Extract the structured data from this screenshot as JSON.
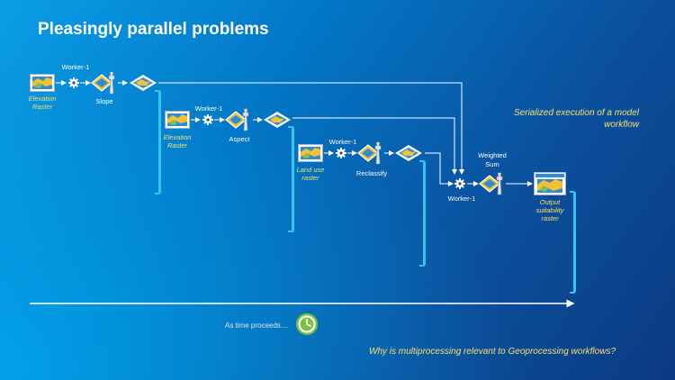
{
  "title": "Pleasingly parallel problems",
  "rows": [
    {
      "worker": "Worker-1",
      "input": "Elevation\nRaster",
      "tool": "Slope"
    },
    {
      "worker": "Worker-1",
      "input": "Elevation\nRaster",
      "tool": "Aspect"
    },
    {
      "worker": "Worker-1",
      "input": "Land use\nraster",
      "tool": "Reclassify"
    }
  ],
  "final": {
    "worker": "Worker-1",
    "tool": "Weighted\nSum",
    "output": "Output\nsuitability\nraster"
  },
  "note": "Serialized execution of a model\nworkflow",
  "time_label": "As time proceeds…",
  "question": "Why is multiprocessing relevant to Geoprocessing workflows?",
  "colors": {
    "accent": "#35c6f0",
    "highlight": "#f5e06a",
    "clock": "#7cc242"
  }
}
